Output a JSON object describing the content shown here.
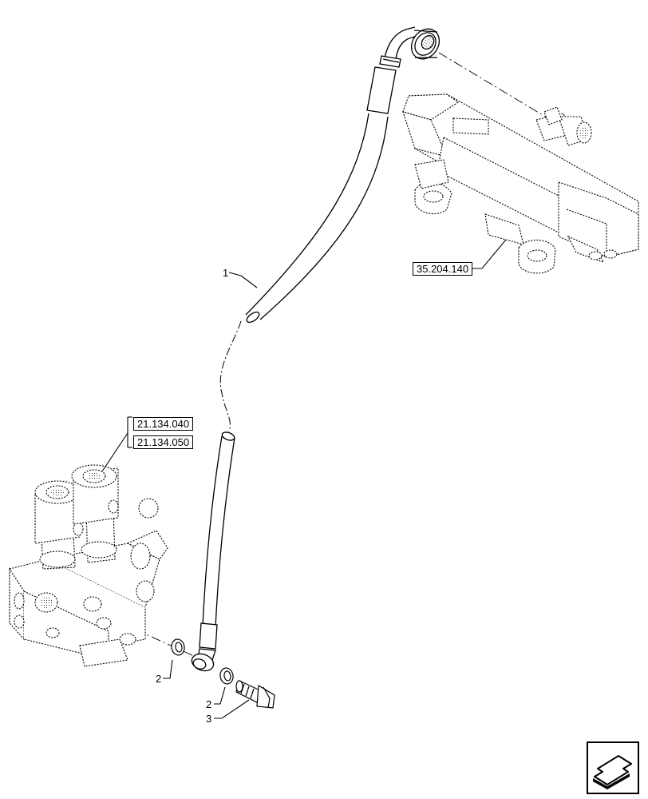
{
  "diagram": {
    "references": {
      "valve_block_upper": "21.134.040",
      "valve_block_lower": "21.134.050",
      "cylinder": "35.204.140"
    },
    "callouts": {
      "hose": "1",
      "washer_left": "2",
      "washer_right": "2",
      "banjo_bolt": "3"
    },
    "navigation": {
      "icon": "previous-page-arrow-icon"
    }
  }
}
